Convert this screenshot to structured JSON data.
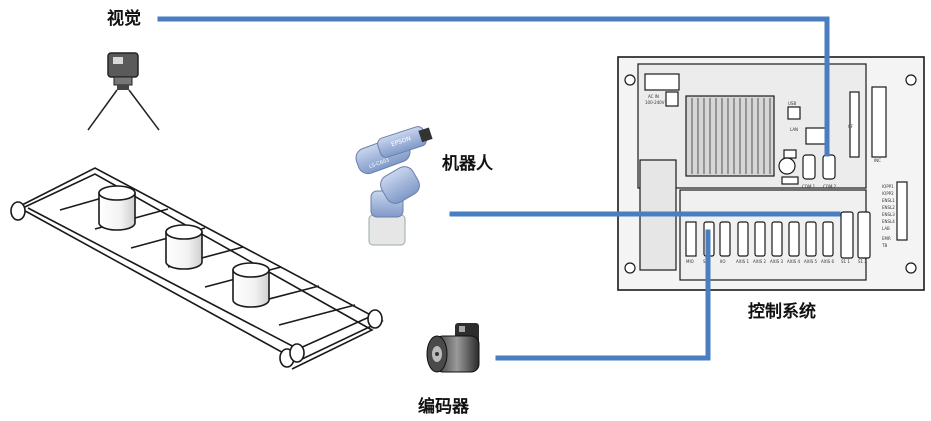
{
  "labels": {
    "vision": "视觉",
    "robot": "机器人",
    "controller": "控制系统",
    "encoder": "编码器"
  },
  "robot_arm_text": [
    "EPSON",
    "LS-C603"
  ],
  "controller_text": {
    "panel_labels": [
      "COM 1",
      "COM 2",
      "LAN",
      "USB",
      "CF",
      "MIO",
      "INC",
      "AC IN",
      "100-240V"
    ],
    "axis_labels": [
      "SIO",
      "IIO",
      "AXIS 1",
      "AXIS 2",
      "AXIS 3",
      "AXIS 4",
      "AXIS 5",
      "AXIS 6",
      "S1 1",
      "S1 2"
    ],
    "side_labels": [
      "IOPP1",
      "IOPP2",
      "ENSL1",
      "ENSL2",
      "ENSL3",
      "ENSL4",
      "LAB",
      "EMR",
      "TB"
    ]
  },
  "colors": {
    "connection_line": "#4A7EC2",
    "label_text": "#111111",
    "outline": "#1a1a1a"
  },
  "icons": [
    "camera-icon",
    "conveyor-icon",
    "robot-arm-icon",
    "controller-icon",
    "encoder-icon"
  ]
}
